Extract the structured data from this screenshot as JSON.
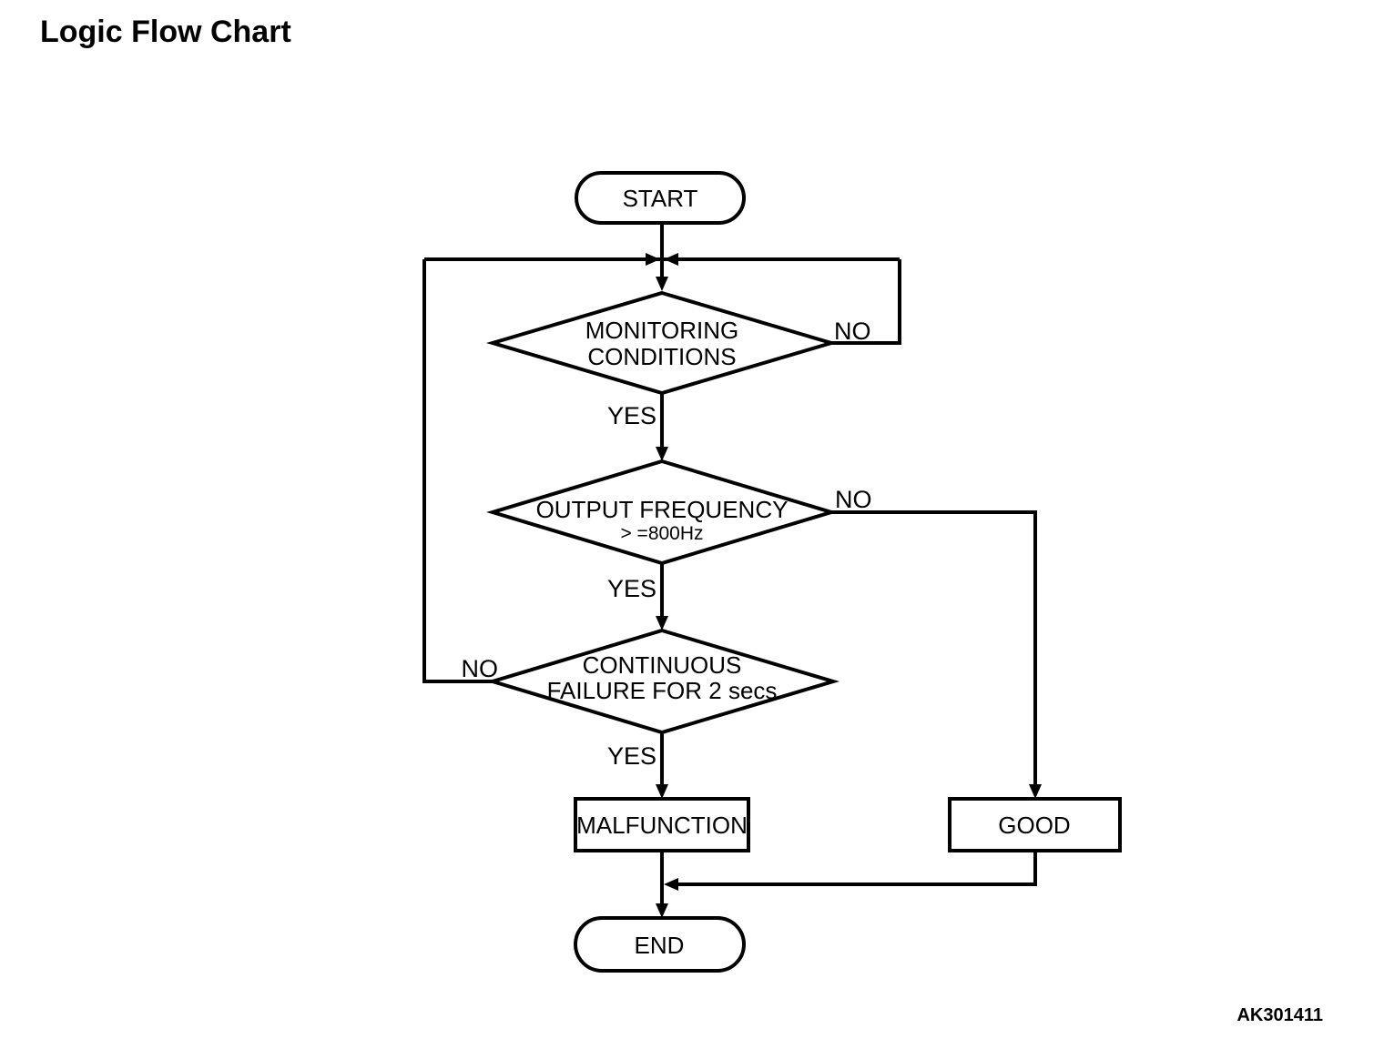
{
  "page": {
    "title": "Logic Flow Chart",
    "figure_id": "AK301411"
  },
  "colors": {
    "ink": "#000000",
    "background": "#ffffff"
  },
  "flowchart": {
    "start": {
      "label": "START"
    },
    "decisions": [
      {
        "line1": "MONITORING",
        "line2": "CONDITIONS",
        "yes": "YES",
        "no": "NO"
      },
      {
        "line1": "OUTPUT FREQUENCY",
        "line2": "> =800Hz",
        "yes": "YES",
        "no": "NO"
      },
      {
        "line1": "CONTINUOUS",
        "line2": "FAILURE FOR 2 secs",
        "yes": "YES",
        "no": "NO"
      }
    ],
    "outcomes": {
      "malfunction": "MALFUNCTION",
      "good": "GOOD"
    },
    "end": {
      "label": "END"
    }
  }
}
